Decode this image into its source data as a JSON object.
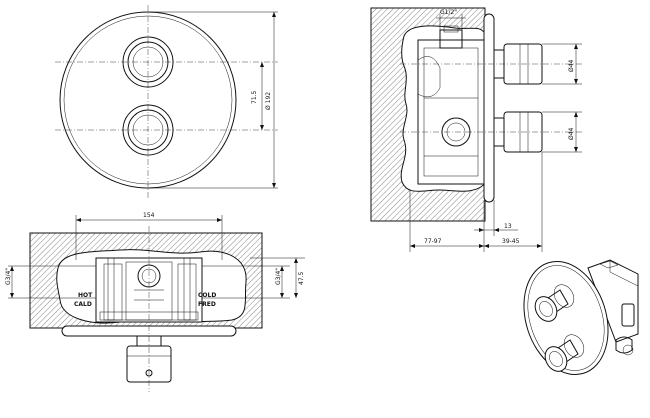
{
  "front_view": {
    "dim_diameter": "Ø 192",
    "dim_spacing": "71.5"
  },
  "bottom_view": {
    "dim_width": "154",
    "dim_left_inlet": "G3/4\"",
    "dim_right_inlet": "G3/4\"",
    "dim_height": "47.5",
    "label_hot": "HOT",
    "label_hot_it": "CALD",
    "label_cold": "COLD",
    "label_cold_it": "FRED"
  },
  "side_view": {
    "dim_thread_top": "G1/2\"",
    "dim_handle_top": "Ø44",
    "dim_handle_bottom": "Ø44",
    "dim_plate": "13",
    "dim_depth_left": "77-97",
    "dim_depth_right": "39-45"
  },
  "colors": {
    "wall_hatch": "#999999",
    "line": "#111111"
  }
}
